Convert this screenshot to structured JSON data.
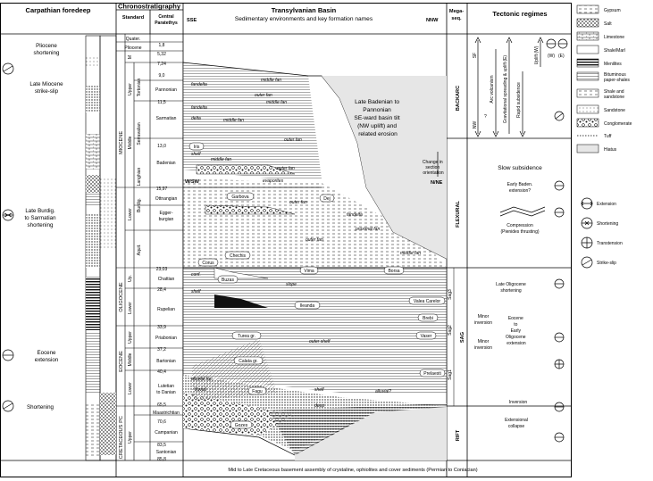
{
  "headers": {
    "carpathian": "Carpathian foredeep",
    "chrono": "Chronostratigraphy",
    "standard": "Standard",
    "central_paratethys": "Central Paratethys",
    "basin_title": "Transylvanian Basin",
    "basin_subtitle": "Sedimentary environments and key formation names",
    "sse": "SSE",
    "nnw": "NNW",
    "mega_seq": "Mega-seq.",
    "tectonic": "Tectonic regimes"
  },
  "carpathian_events": [
    {
      "id": "pliocene",
      "lines": [
        "Pliocene",
        "shortening"
      ]
    },
    {
      "id": "miocene",
      "lines": [
        "Late Miocene",
        "strike-slip"
      ]
    },
    {
      "id": "burdig",
      "lines": [
        "Late Burdig.",
        "to Sarmatian",
        "shortening"
      ]
    },
    {
      "id": "eocene",
      "lines": [
        "Eocene",
        "extension"
      ]
    },
    {
      "id": "shortening",
      "lines": [
        "Shortening"
      ]
    }
  ],
  "epochs": [
    {
      "id": "quater",
      "label": "Quater."
    },
    {
      "id": "pliocene",
      "label": "Pliocene"
    },
    {
      "id": "miocene",
      "label": "MIOCENE"
    },
    {
      "id": "oligocene",
      "label": "OLIGOCENE"
    },
    {
      "id": "eocene",
      "label": "EOCENE"
    },
    {
      "id": "pc",
      "label": "PC"
    },
    {
      "id": "cretaceous",
      "label": "CRETACEOUS"
    }
  ],
  "subepochs": [
    {
      "id": "m",
      "label": "M"
    },
    {
      "id": "upper_mio",
      "label": "Upper"
    },
    {
      "id": "middle_mio",
      "label": "Middle"
    },
    {
      "id": "lower_mio",
      "label": "Lower"
    },
    {
      "id": "up_oli",
      "label": "Up."
    },
    {
      "id": "lower_oli",
      "label": "Lower"
    },
    {
      "id": "upper_eo",
      "label": "Upper"
    },
    {
      "id": "middle_eo",
      "label": "Middle"
    },
    {
      "id": "lower_eo",
      "label": "Lower"
    },
    {
      "id": "upper_cr",
      "label": "Upper"
    }
  ],
  "stages": [
    {
      "id": "tortonian",
      "label": "Tortonian"
    },
    {
      "id": "serravalian",
      "label": "Serravalian"
    },
    {
      "id": "langhian",
      "label": "Langhian"
    },
    {
      "id": "burdig",
      "label": "Burdig."
    },
    {
      "id": "aquit",
      "label": "Aquit."
    }
  ],
  "paratethys": [
    {
      "id": "pannonian",
      "label": "Pannonian"
    },
    {
      "id": "sarmatian",
      "label": "Sarmatian"
    },
    {
      "id": "badenian",
      "label": "Badenian"
    },
    {
      "id": "ottnangian",
      "label": "Ottnangian"
    },
    {
      "id": "eggenburgian",
      "lines": [
        "Egger-",
        "burgian"
      ]
    },
    {
      "id": "chattian",
      "label": "Chattian"
    },
    {
      "id": "rupelian",
      "label": "Rupelian"
    },
    {
      "id": "priabonian",
      "label": "Priabonian"
    },
    {
      "id": "bartonian",
      "label": "Bartonian"
    },
    {
      "id": "lutetian",
      "lines": [
        "Lutetian",
        "to Danian"
      ]
    },
    {
      "id": "maastrichtian",
      "label": "Maastrichtian"
    },
    {
      "id": "campanian",
      "label": "Campanian"
    },
    {
      "id": "santonian",
      "label": "Santonian"
    }
  ],
  "ages": [
    "1,8",
    "5,32",
    "7,24",
    "9,0",
    "11,5",
    "13,0",
    "15,97",
    "23,03",
    "28,4",
    "33,9",
    "37,2",
    "40,4",
    "65,5",
    "70,6",
    "83,5",
    "85,8"
  ],
  "basin_labels": {
    "late_badenian": [
      "Late Badenian to",
      "Pannonian",
      "SE-ward basin tilt",
      "(NW uplift) and",
      "related erosion"
    ],
    "change": [
      "Change in",
      "section",
      "orientation"
    ],
    "wsw": "W/SW",
    "nne": "N/NE",
    "fan_labels": [
      "fandelta",
      "middle fan",
      "outer fan",
      "middle fan",
      "fandelta",
      "delta",
      "middle fan",
      "outer fan",
      "shelf",
      "middle fan",
      "outer fan",
      "evaporites",
      "outer fan",
      "fandelta",
      "proximal fan",
      "outer fan",
      "middle fan",
      "slope",
      "shelf",
      "outer shelf",
      "alluvial fan",
      "fluvial",
      "shelf",
      "alluvial?",
      "deep"
    ],
    "formations": [
      "Iris",
      "Garbova",
      "Dej",
      "Chechis",
      "Corus",
      "Vima",
      "Borsa",
      "Buzas",
      "Valea Carelor",
      "Ileanda",
      "Brebi",
      "Turea gr.",
      "Vaser",
      "Calata gr.",
      "Fagu",
      "Prelaesti",
      "Gozes"
    ],
    "conf": "conf."
  },
  "megaseq": [
    {
      "id": "backarc",
      "label": "BACKARC"
    },
    {
      "id": "flexural",
      "label": "FLEXURAL"
    },
    {
      "id": "sag",
      "label": "SAG"
    },
    {
      "id": "rift",
      "label": "RIFT"
    }
  ],
  "sag_sub": [
    "Sag3",
    "Sag2",
    "Sag1"
  ],
  "tectonic": {
    "sf": "SF",
    "nw": "NW",
    "q": "?",
    "arc_volcanism": "Arc volcanism",
    "grav_spreading": "Gravitational spreading & uplift (E)",
    "rapid_subsidence": "Rapid subsidence",
    "uplift_w": "Uplift (W)",
    "w": "(W)",
    "e": "(E)",
    "slow_subsidence": "Slow subsidence",
    "early_baden": [
      "Early Baden.",
      "extension?"
    ],
    "compression": [
      "Compression",
      "(Pienides thrusting)"
    ],
    "late_oligocene": [
      "Late Oligocene",
      "shortening"
    ],
    "minor_inversion_1": [
      "Minor",
      "inversion"
    ],
    "minor_inversion_2": [
      "Minor",
      "inversion"
    ],
    "eocene_ext": [
      "Eocene",
      "to",
      "Early",
      "Oligocene",
      "extension"
    ],
    "inversion": "Inversion",
    "extensional": [
      "Extensional",
      "collapse"
    ]
  },
  "footer": "Mid to Late Cretaceous basement assembly of crystaline, ophiolites and cover sediments (Permian to Coniacian)",
  "legend": [
    {
      "id": "gypsum",
      "label": "Gypsum"
    },
    {
      "id": "salt",
      "label": "Salt"
    },
    {
      "id": "limestone",
      "label": "Limestone"
    },
    {
      "id": "shale",
      "label": "Shale/Marl"
    },
    {
      "id": "menilites",
      "label": "Menilites"
    },
    {
      "id": "bituminous",
      "lines": [
        "Bituminous",
        "paper-shales"
      ]
    },
    {
      "id": "shale_sand",
      "lines": [
        "Shale and",
        "sandstone"
      ]
    },
    {
      "id": "sandstone",
      "label": "Sandstone"
    },
    {
      "id": "conglomerate",
      "label": "Conglomerate"
    },
    {
      "id": "tuff",
      "label": "Tuff"
    },
    {
      "id": "hiatus",
      "label": "Hiatus"
    }
  ],
  "regime_legend": [
    {
      "id": "extension",
      "label": "Extension"
    },
    {
      "id": "shortening",
      "label": "Shortening"
    },
    {
      "id": "transtension",
      "label": "Transtension"
    },
    {
      "id": "strikeslip",
      "label": "Strike-slip"
    }
  ]
}
